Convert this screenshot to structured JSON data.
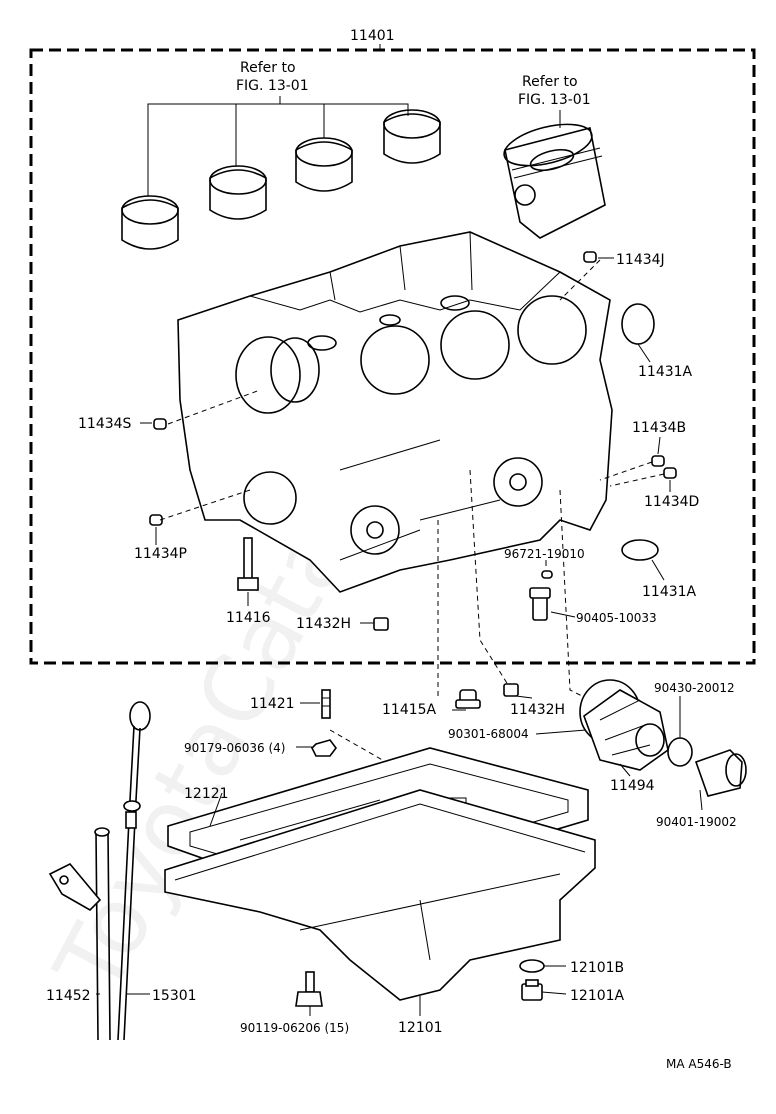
{
  "watermark": "ToyotaCatalog.ru",
  "assembly_label": "11401",
  "refer_left": {
    "line1": "Refer to",
    "line2": "FIG. 13-01"
  },
  "refer_right": {
    "line1": "Refer to",
    "line2": "FIG. 13-01"
  },
  "parts": {
    "p11434J": "11434J",
    "p11431A_top": "11431A",
    "p11434S": "11434S",
    "p11434B": "11434B",
    "p11434D": "11434D",
    "p11434P": "11434P",
    "p96721": "96721-19010",
    "p11431A_bot": "11431A",
    "p11416": "11416",
    "p11432H_top": "11432H",
    "p90405": "90405-10033",
    "p11421": "11421",
    "p90430": "90430-20012",
    "p11415A": "11415A",
    "p11432H_bot": "11432H",
    "p90179": "90179-06036 (4)",
    "p90301": "90301-68004",
    "p11494": "11494",
    "p12121": "12121",
    "p90401": "90401-19002",
    "p12101B": "12101B",
    "p12101A": "12101A",
    "p11452": "11452",
    "p15301": "15301",
    "p90119": "90119-06206 (15)",
    "p12101": "12101"
  },
  "footer_code": "MA  A546-B"
}
